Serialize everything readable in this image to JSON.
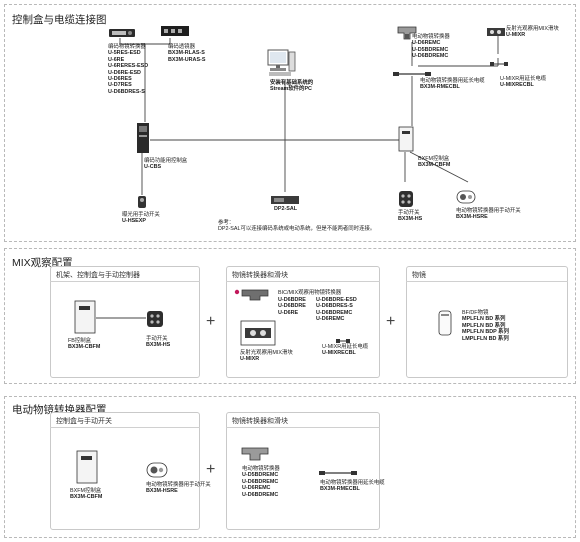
{
  "section1": {
    "title": "控制盒与电缆连接图",
    "converter": {
      "name": "编码物镜转换器",
      "models": [
        "U-5RES-ESD",
        "U-6RE",
        "U-6RERES-ESD",
        "U-D6RE-ESD",
        "U-D6RES",
        "U-D7RES",
        "U-D6BDRES-S"
      ]
    },
    "rack": {
      "name": "编码透镜器",
      "models": [
        "BX3M-RLAS-S",
        "BX3M-URAS-S"
      ]
    },
    "pc": {
      "name": "安装有基础系统的",
      "model": "Stream软件的PC"
    },
    "motor_nosepiece": {
      "name": "电动物镜转换器",
      "models": [
        "U-D6REMC",
        "U-D5BDREMC",
        "U-D6BDREMC"
      ]
    },
    "mix_slider": {
      "name": "反射光观察用MIX滑块",
      "model": "U-MIXR"
    },
    "motor_cable": {
      "name": "电动物镜转换器用延长电缆",
      "model": "BX3M-RMECBL"
    },
    "mix_cable": {
      "name": "U-MIXR用延长电缆",
      "model": "U-MIXRECBL"
    },
    "cbs": {
      "name": "编码功能用控制盒",
      "model": "U-CBS"
    },
    "hsexp": {
      "name": "曝光用手动开关",
      "model": "U-HSEXP"
    },
    "dp2sal": {
      "model": "DP2-SAL"
    },
    "note": {
      "head": "参考：",
      "body": "DP2-SAL可以连接编码系统或电动系统，但是不能两者同时连接。"
    },
    "cbfm": {
      "name": "BXFM控制盒",
      "model": "BX3M-CBFM"
    },
    "hs": {
      "name": "手动开关",
      "model": "BX3M-HS"
    },
    "hsre": {
      "name": "电动物镜转换器用手动开关",
      "model": "BX3M-HSRE"
    }
  },
  "section2": {
    "title": "MIX观察配置",
    "sub1": {
      "title": "机架、控制盒与手动控制器",
      "cbfm": {
        "name": "FB控制盒",
        "model": "BX3M-CBFM"
      },
      "hs": {
        "name": "手动开关",
        "model": "BX3M-HS"
      }
    },
    "sub2": {
      "title": "物镜转换器和滑块",
      "nosepiece": {
        "name": "BIC/MIX观察用物镜转换器",
        "models_left": [
          "U-D6BDRE",
          "U-D6BDRE",
          "U-D6RE"
        ],
        "models_right": [
          "U-D6BDRE-ESD",
          "U-D6BDRES-S",
          "U-D6BDREMC",
          "U-D6REMC"
        ]
      },
      "mix": {
        "name": "反射光观察用MIX滑块",
        "model": "U-MIXR"
      },
      "cable": {
        "name": "U-MIXR用延长电缆",
        "model": "U-MIXRECBL"
      }
    },
    "sub3": {
      "title": "物镜",
      "objectives": {
        "name": "BF/DF物镜",
        "series": [
          "MPLFLN BD 系列",
          "MPLFLN BD 系列",
          "MPLFLN BDP 系列",
          "LMPLFLN BD 系列"
        ]
      }
    },
    "plus": "+"
  },
  "section3": {
    "title": "电动物镜转换器配置",
    "sub1": {
      "title": "控制盒与手动开关",
      "cbfm": {
        "name": "BXFM控制盒",
        "model": "BX3M-CBFM"
      },
      "hsre": {
        "name": "电动物镜转换器用手动开关",
        "model": "BX3M-HSRE"
      }
    },
    "sub2": {
      "title": "物镜转换器和滑块",
      "nosepiece": {
        "name": "电动物镜转换器",
        "models": [
          "U-D5BDREMC",
          "U-D6BDREMC",
          "U-D6REMC",
          "U-D6BDREMC"
        ]
      },
      "cable": {
        "name": "电动物镜转换器用延长电缆",
        "model": "BX3M-RMECBL"
      }
    },
    "plus": "+"
  }
}
